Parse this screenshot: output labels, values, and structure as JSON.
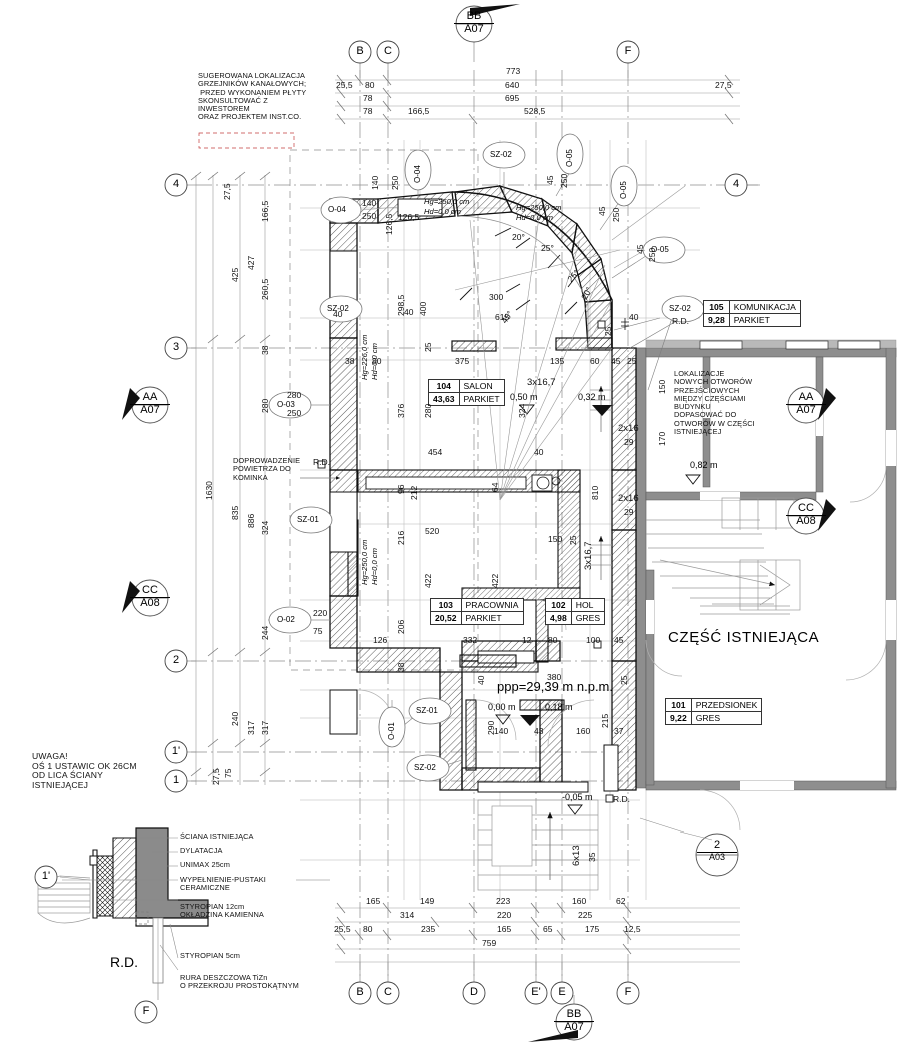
{
  "drawing": {
    "type": "architectural-floor-plan",
    "level_reference": "ppp=29,39 m n.p.m.",
    "existing_part_label": "CZĘŚĆ ISTNIEJĄCA"
  },
  "notes": {
    "heating": "SUGEROWANA LOKALIZACJA\nGRZEJNIKÓW KANAŁOWYCH;\n PRZED WYKONANIEM PŁYTY\nSKONSULTOWAĆ Z\nINWESTOREM\nORAZ PROJEKTEM INST.CO.",
    "openings": "LOKALIZACJE\nNOWYCH OTWORÓW\nPRZEJŚCIOWYCH\nMIĘDZY CZĘŚCIAMI\nBUDYNKU\nDOPASOWAĆ DO\nOTWORÓW W CZĘŚCI\nISTNIEJĄCEJ",
    "chimney_air": "DOPROWADZENIE\nPOWIETRZA DO\nKOMINKA",
    "warning": "UWAGA!\nOŚ 1 USTAWIC OK 26CM\nOD LICA ŚCIANY\nISTNIEJĄCEJ"
  },
  "detail_callout": {
    "tag": "1'",
    "rd_label": "R.D.",
    "section_tag": "F",
    "materials": [
      "ŚCIANA ISTNIEJĄCA",
      "DYLATACJA",
      "UNIMAX 25cm",
      "WYPEŁNIENIE-PUSTAKI\nCERAMICZNE",
      "STYROPIAN 12cm\nOKŁADZINA KAMIENNA",
      "STYROPIAN 5cm",
      "RURA DESZCZOWA TiZn\nO PRZEKROJU PROSTOKĄTNYM"
    ]
  },
  "rooms": [
    {
      "number": "101",
      "name": "PRZEDSIONEK",
      "area": "9,22",
      "finish": "GRES"
    },
    {
      "number": "102",
      "name": "HOL",
      "area": "4,98",
      "finish": "GRES"
    },
    {
      "number": "103",
      "name": "PRACOWNIA",
      "area": "20,52",
      "finish": "PARKIET"
    },
    {
      "number": "104",
      "name": "SALON",
      "area": "43,63",
      "finish": "PARKIET"
    },
    {
      "number": "105",
      "name": "KOMUNIKACJA",
      "area": "9,28",
      "finish": "PARKIET"
    }
  ],
  "grid": {
    "top": [
      "B",
      "C",
      "F"
    ],
    "bottom": [
      "B",
      "C",
      "D",
      "E'",
      "E",
      "F"
    ],
    "left": [
      "4",
      "3",
      "2",
      "1'",
      "1"
    ],
    "right": [
      "4"
    ]
  },
  "section_markers": [
    {
      "id": "BB",
      "sheet": "A07",
      "pos": "top"
    },
    {
      "id": "BB",
      "sheet": "A07",
      "pos": "bottom"
    },
    {
      "id": "AA",
      "sheet": "A07",
      "pos": "left"
    },
    {
      "id": "AA",
      "sheet": "A07",
      "pos": "right"
    },
    {
      "id": "CC",
      "sheet": "A08",
      "pos": "left"
    },
    {
      "id": "CC",
      "sheet": "A08",
      "pos": "right"
    },
    {
      "id": "2",
      "sheet": "A03",
      "pos": "inner-right"
    },
    {
      "id": "F",
      "sheet": "",
      "pos": "detail-bottom"
    }
  ],
  "openings": [
    {
      "tag": "O-01"
    },
    {
      "tag": "O-02"
    },
    {
      "tag": "O-03"
    },
    {
      "tag": "O-04"
    },
    {
      "tag": "O-04"
    },
    {
      "tag": "O-05"
    },
    {
      "tag": "O-05"
    },
    {
      "tag": "O-05"
    },
    {
      "tag": "SZ-01"
    },
    {
      "tag": "SZ-01"
    },
    {
      "tag": "SZ-02"
    },
    {
      "tag": "SZ-02"
    },
    {
      "tag": "SZ-02"
    },
    {
      "tag": "SZ-02"
    }
  ],
  "window_specs": [
    {
      "hg": "Hg=250,0 cm",
      "hd": "Hd=0,0 cm"
    },
    {
      "hg": "Hg=250,0 cm",
      "hd": "Hd=0,0 cm"
    },
    {
      "hg": "Hg=250,0 cm",
      "hd": "Hd=0,0 cm"
    },
    {
      "hg": "Hg=226,0 cm",
      "hd": "Hd=0,0 cm"
    },
    {
      "hg": "Hg=250,0 cm",
      "hd": "Hd=0,0 cm"
    },
    {
      "hg": "Hg=250,0 cm",
      "hd": "Hd=0,0 cm"
    }
  ],
  "levels": [
    {
      "value": "0,50 m"
    },
    {
      "value": "0,32 m"
    },
    {
      "value": "0,82 m"
    },
    {
      "value": "0,00 m"
    },
    {
      "value": "0,18 m"
    },
    {
      "value": "-0,05 m"
    }
  ],
  "stairs": [
    {
      "label": "3x16,7"
    },
    {
      "label": "3x16,7"
    },
    {
      "label": "2x16"
    },
    {
      "label": "2x16"
    },
    {
      "label": "6x13"
    }
  ],
  "rd_markers": [
    "R.D.",
    "R.D.",
    "R.D.",
    "R.D."
  ],
  "dimensions": {
    "top_row1": [
      "773"
    ],
    "top_row2": [
      "25,5",
      "80",
      "640",
      "27,5"
    ],
    "top_row3": [
      "78",
      "695"
    ],
    "top_row4": [
      "78",
      "166,5",
      "528,5"
    ],
    "bottom_row1": [
      "165",
      "149",
      "223",
      "160",
      "62"
    ],
    "bottom_row2": [
      "314",
      "220",
      "225"
    ],
    "bottom_row3": [
      "25,5",
      "80",
      "235",
      "165",
      "65",
      "175",
      "12,5"
    ],
    "bottom_row4": [
      "759"
    ],
    "left_outer": [
      "1630"
    ],
    "left_mid": [
      "425",
      "427",
      "835",
      "886",
      "240",
      "317"
    ],
    "left_inner": [
      "27,5",
      "166,5",
      "260,5",
      "38",
      "280",
      "324",
      "244",
      "317",
      "27,5",
      "75"
    ],
    "interior": [
      "140",
      "250",
      "126,5",
      "126,5",
      "140",
      "250",
      "298,5",
      "400",
      "40",
      "25",
      "38",
      "80",
      "375",
      "135",
      "60",
      "45",
      "25",
      "280",
      "250",
      "376",
      "324",
      "280",
      "454",
      "40",
      "64",
      "520",
      "422",
      "422",
      "216",
      "212",
      "96",
      "25",
      "150",
      "810",
      "29",
      "29",
      "170",
      "150",
      "126",
      "206",
      "332",
      "12",
      "80",
      "100",
      "45",
      "380",
      "140",
      "43",
      "160",
      "37",
      "290",
      "215",
      "25",
      "40",
      "38",
      "220",
      "75",
      "35",
      "45",
      "250",
      "45",
      "250",
      "45",
      "250",
      "300",
      "615",
      "40",
      "40",
      "25",
      "244",
      "240"
    ],
    "angles": [
      "20°",
      "25°",
      "25°",
      "20°",
      "45°"
    ]
  }
}
